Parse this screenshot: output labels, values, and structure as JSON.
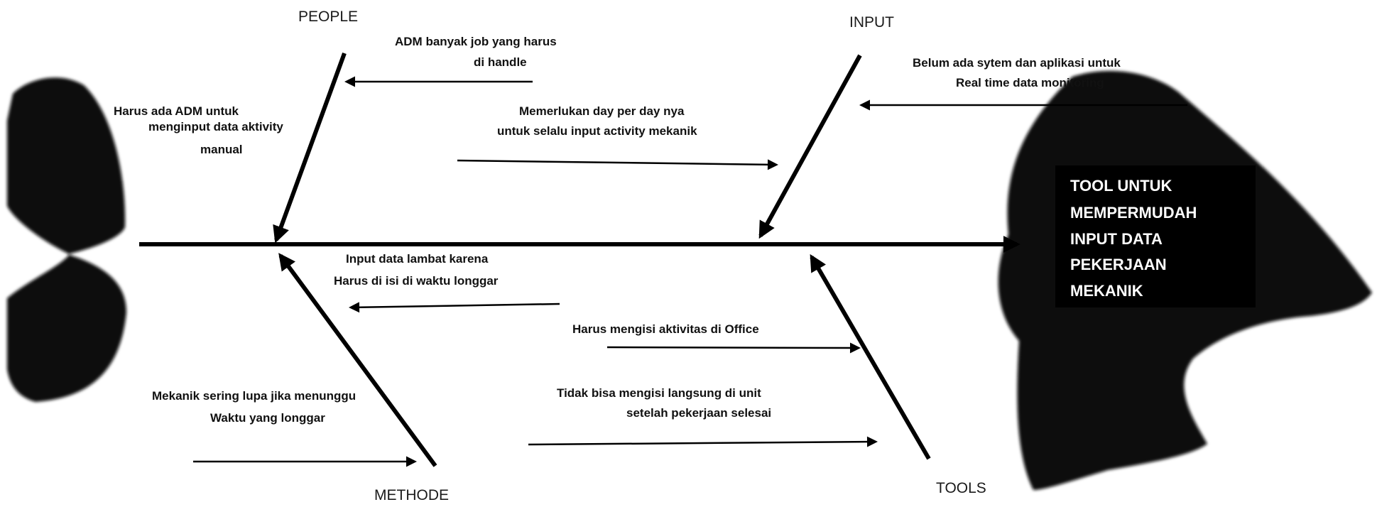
{
  "categories": {
    "people": "PEOPLE",
    "input": "INPUT",
    "methode": "METHODE",
    "tools": "TOOLS"
  },
  "effect": {
    "lines": [
      "TOOL UNTUK",
      "MEMPERMUDAH",
      "INPUT DATA",
      "PEKERJAAN",
      "MEKANIK"
    ]
  },
  "causes": {
    "people_adm_job": [
      "ADM banyak job yang harus",
      "di handle"
    ],
    "people_adm_input": [
      "Harus ada ADM untuk",
      "menginput data aktivity",
      "manual"
    ],
    "input_day_per_day": [
      "Memerlukan day per day nya",
      "untuk selalu input activity mekanik"
    ],
    "input_no_system": [
      "Belum ada sytem dan aplikasi untuk",
      "Real time data monitoring"
    ],
    "methode_slow_input": [
      "Input data lambat karena",
      "Harus di isi di waktu longgar"
    ],
    "methode_forget": [
      "Mekanik sering lupa jika menunggu",
      "Waktu yang longgar"
    ],
    "tools_office": [
      "Harus mengisi  aktivitas di Office"
    ],
    "tools_unit": [
      "Tidak bisa mengisi langsung di unit",
      "setelah pekerjaan selesai"
    ]
  },
  "colors": {
    "ink": "#000000",
    "fish": "#0b0b0b",
    "effect_box": "#000000",
    "effect_text": "#ffffff"
  }
}
